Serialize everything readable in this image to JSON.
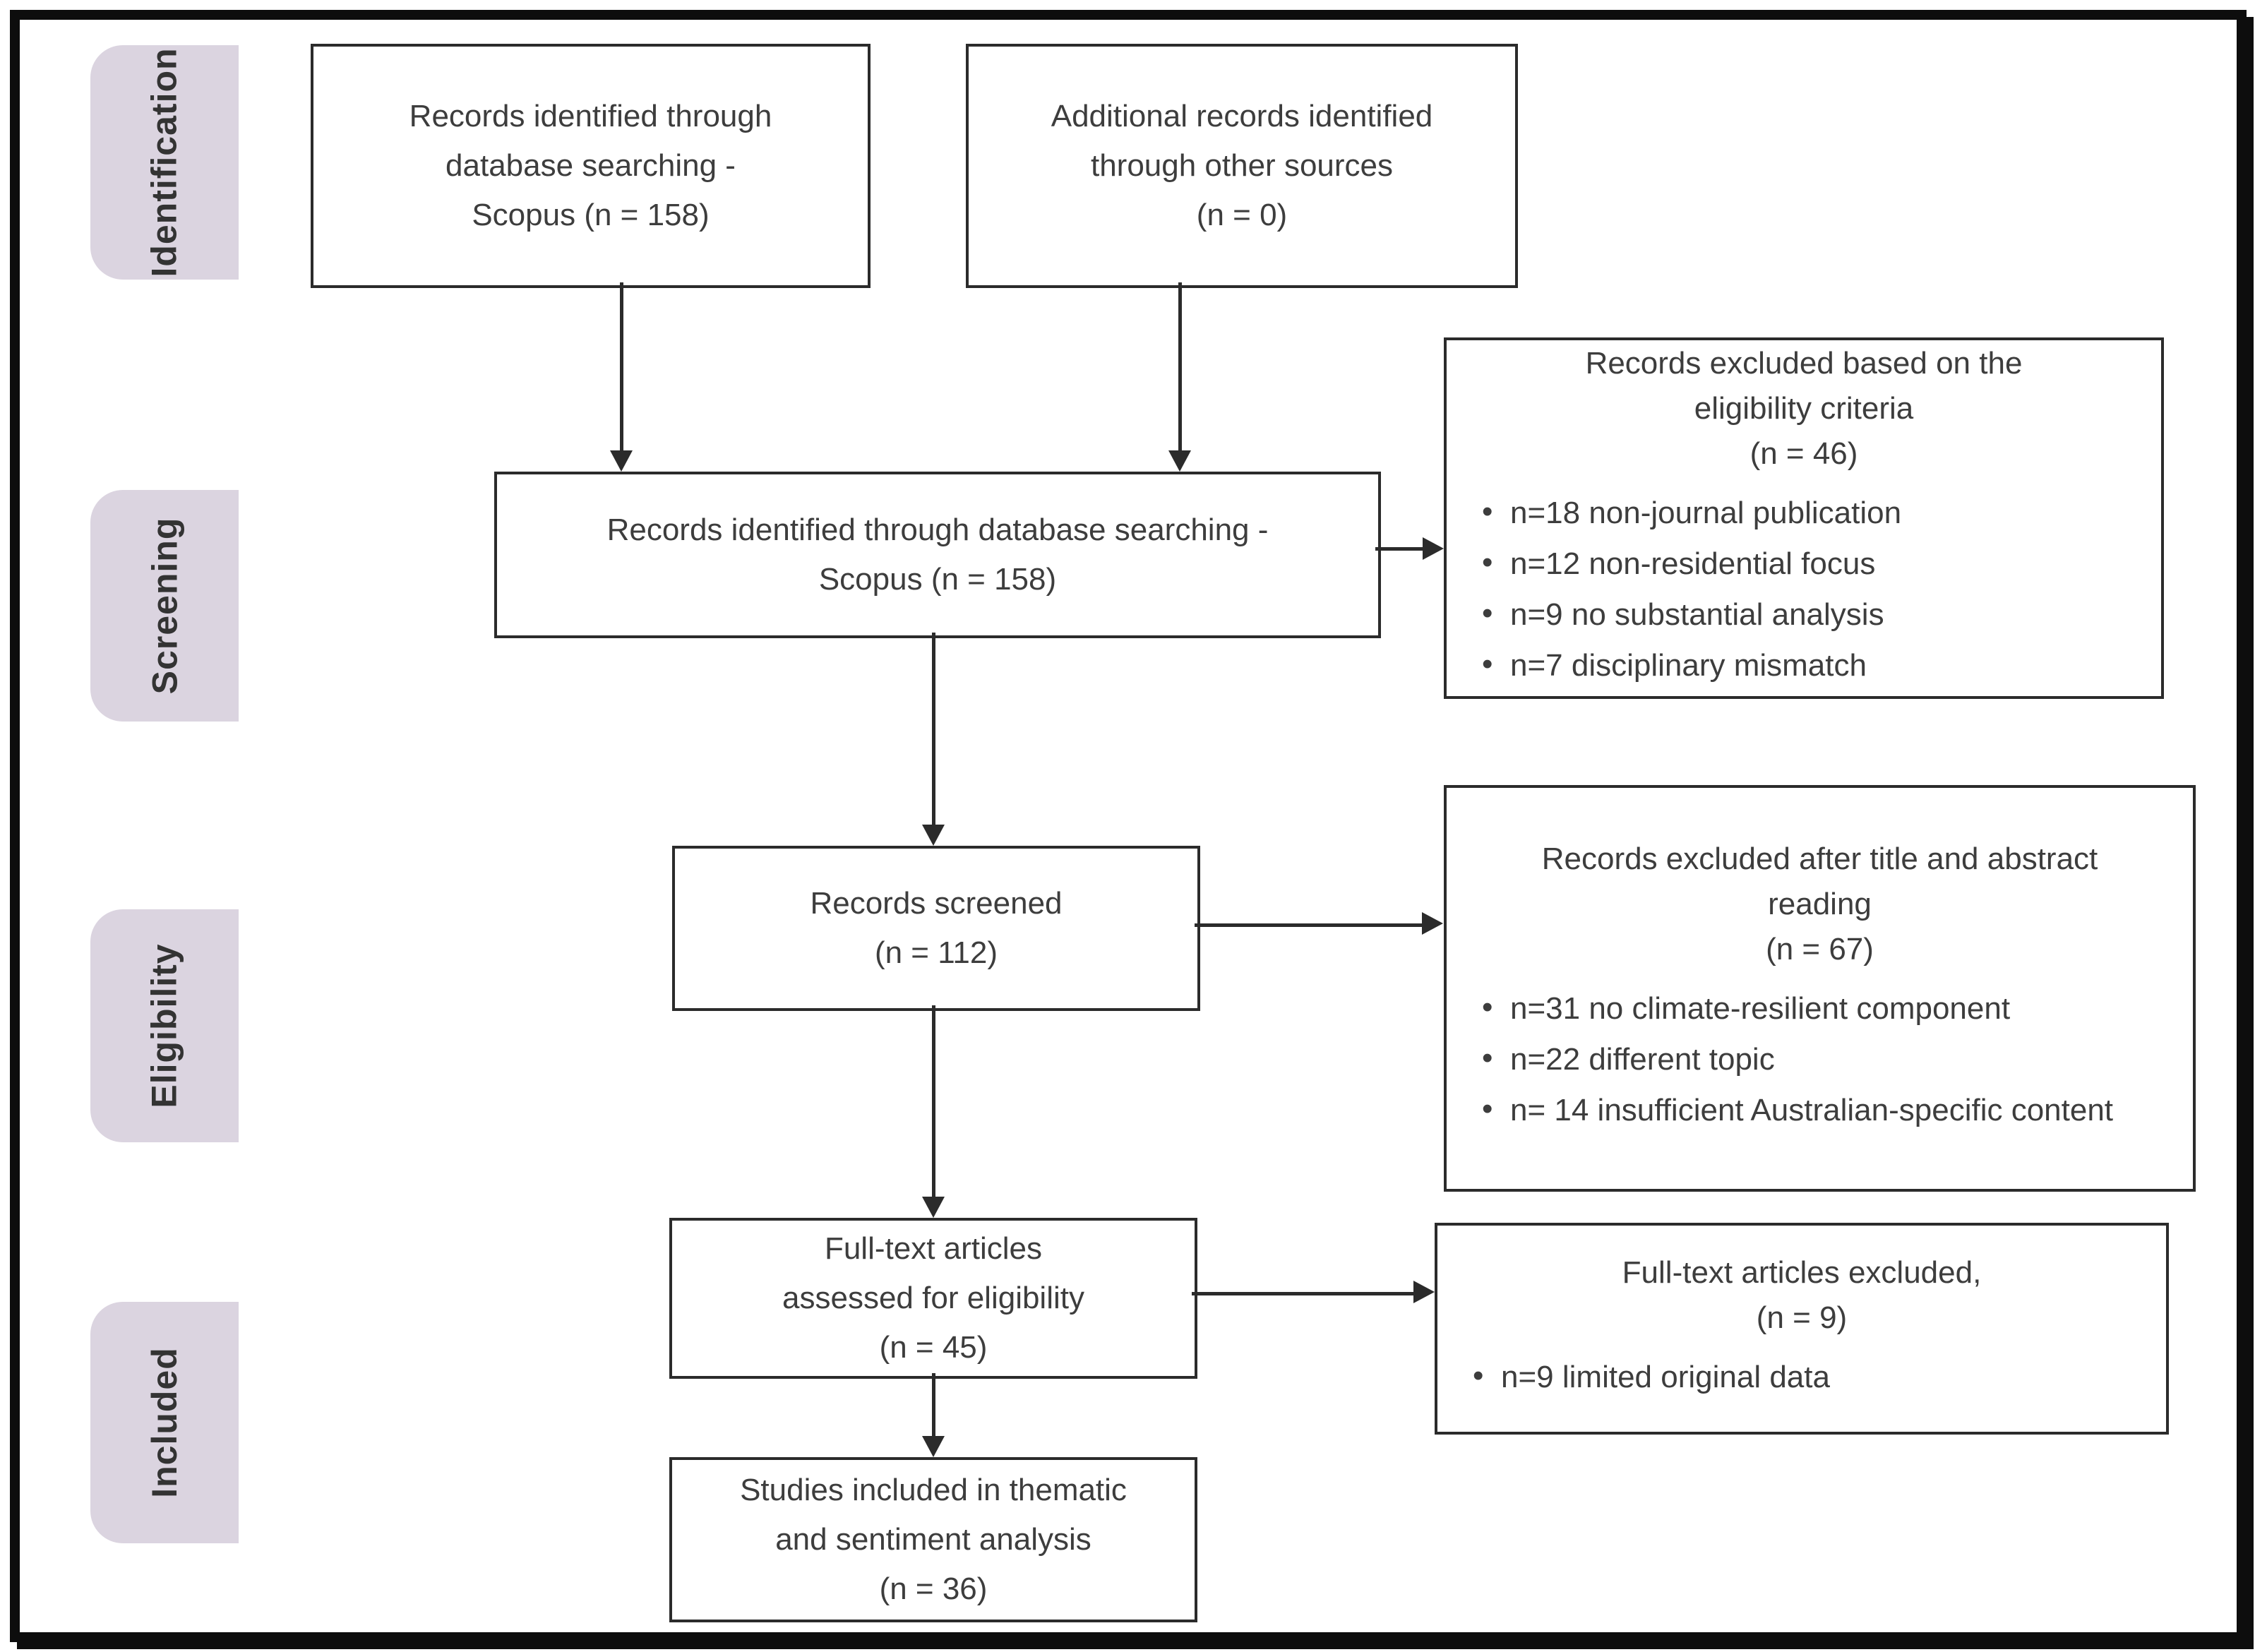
{
  "colors": {
    "stage_bg": "#DBD4E0",
    "stage_text": "#333333",
    "box_border": "#2b2b2b",
    "box_text": "#3d3d3d",
    "arrow": "#2b2b2b",
    "frame": "#0d0d0d",
    "background": "#ffffff"
  },
  "stage_labels": [
    "Identification",
    "Screening",
    "Eligibility",
    "Included"
  ],
  "boxes": {
    "identified_db": "Records identified through\ndatabase searching -\nScopus (n = 158)",
    "additional_sources": "Additional records identified\nthrough other sources\n(n = 0)",
    "screening_pool": "Records identified through database searching -\nScopus (n = 158)",
    "records_screened": "Records screened\n(n = 112)",
    "fulltext_assessed": "Full-text articles\nassessed for eligibility\n(n = 45)",
    "studies_included": "Studies included in thematic\nand sentiment analysis\n(n = 36)"
  },
  "exclusion_boxes": [
    {
      "title": "Records excluded based on the\neligibility criteria",
      "count": "(n = 46)",
      "bullets": [
        "n=18 non-journal publication",
        "n=12 non-residential focus",
        "n=9 no substantial analysis",
        "n=7 disciplinary mismatch"
      ]
    },
    {
      "title": "Records excluded after title and abstract\nreading",
      "count": "(n = 67)",
      "bullets": [
        "n=31 no climate-resilient component",
        "n=22 different topic",
        "n= 14 insufficient Australian-specific content"
      ]
    },
    {
      "title": "Full-text articles excluded,",
      "count": "(n = 9)",
      "bullets": [
        "n=9 limited original data"
      ]
    }
  ]
}
